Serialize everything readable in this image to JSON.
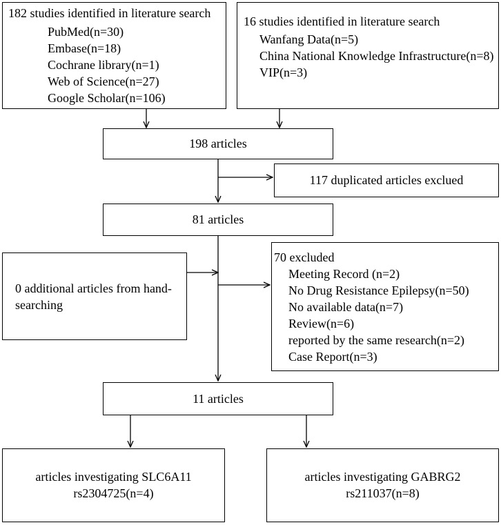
{
  "search_en": {
    "title": "182 studies identified in literature search",
    "items": [
      "PubMed(n=30)",
      "Embase(n=18)",
      "Cochrane library(n=1)",
      "Web of Science(n=27)",
      "Google Scholar(n=106)"
    ]
  },
  "search_cn": {
    "title": "16 studies identified in literature search",
    "items": [
      "Wanfang Data(n=5)",
      "China National Knowledge Infrastructure(n=8)",
      "VIP(n=3)"
    ]
  },
  "merged": "198 articles",
  "duplicates": "117 duplicated articles exclued",
  "after_dedup": "81 articles",
  "hand_search": {
    "line1": "0 additional articles from hand-",
    "line2": "searching"
  },
  "excluded": {
    "title": "70 excluded",
    "items": [
      "Meeting Record (n=2)",
      "No Drug Resistance Epilepsy(n=50)",
      "No available data(n=7)",
      "Review(n=6)",
      "reported by the same research(n=2)",
      "Case Report(n=3)"
    ]
  },
  "included": "11 articles",
  "slc": {
    "line1": "articles investigating SLC6A11",
    "line2": "rs2304725(n=4)"
  },
  "gabrg2": {
    "line1": "articles investigating GABRG2",
    "line2": "rs211037(n=8)"
  }
}
